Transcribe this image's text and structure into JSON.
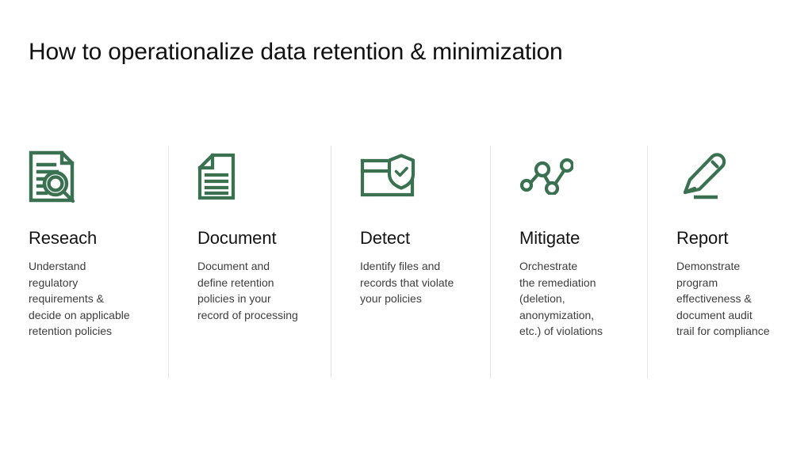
{
  "slide": {
    "title": "How to operationalize data retention & minimization",
    "background_color": "#ffffff",
    "accent_color": "#3a7150",
    "title_color": "#111111",
    "body_color": "#3d3d3d",
    "divider_color": "#e6e6e6"
  },
  "columns": [
    {
      "icon": "document-search-icon",
      "heading": "Reseach",
      "body": "Understand\nregulatory\nrequirements &\ndecide on applicable\nretention policies"
    },
    {
      "icon": "document-lines-icon",
      "heading": "Document",
      "body": "Document and\ndefine retention\npolicies in your\nrecord of processing"
    },
    {
      "icon": "folder-shield-check-icon",
      "heading": "Detect",
      "body": "Identify files and\nrecords that violate\nyour policies"
    },
    {
      "icon": "node-graph-icon",
      "heading": "Mitigate",
      "body": "Orchestrate\nthe remediation\n(deletion,\nanonymization,\n etc.) of violations"
    },
    {
      "icon": "pencil-icon",
      "heading": "Report",
      "body": "Demonstrate\nprogram\neffectiveness &\ndocument audit\ntrail for compliance"
    }
  ]
}
